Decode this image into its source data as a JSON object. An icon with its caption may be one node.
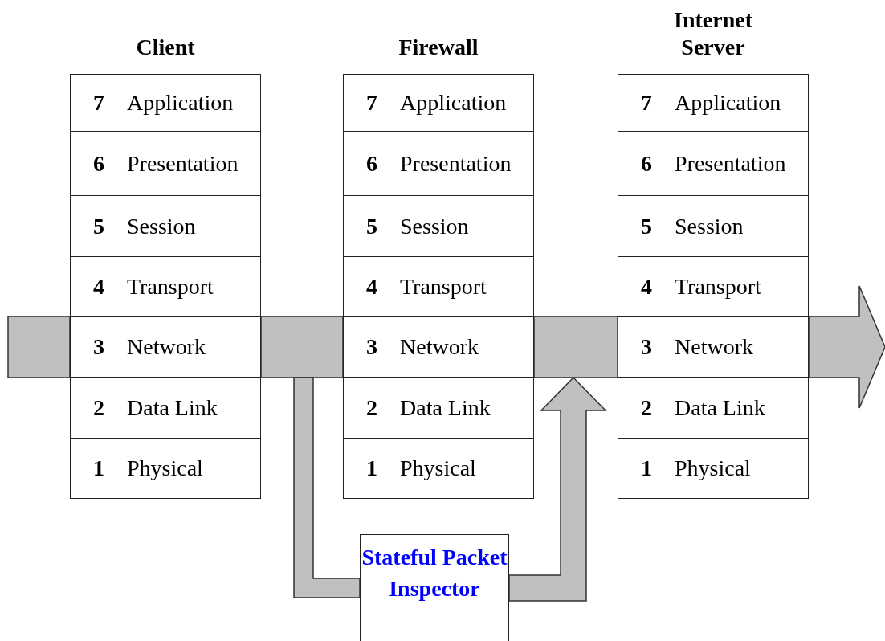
{
  "diagram": {
    "nodes": [
      {
        "text": [
          "Client"
        ]
      },
      {
        "text": [
          "7",
          "Application"
        ],
        "in": 0
      },
      {
        "text": [
          "6",
          "Presentation"
        ],
        "in": 0
      },
      {
        "text": [
          "5",
          "Session"
        ],
        "in": 0
      },
      {
        "text": [
          "4",
          "Transport"
        ],
        "in": 0
      },
      {
        "text": [
          "3",
          "Network"
        ],
        "in": 0
      },
      {
        "text": [
          "2",
          "Data Link"
        ],
        "in": 0
      },
      {
        "text": [
          "1",
          "Physical"
        ],
        "in": 0
      },
      {
        "text": [
          "Firewall"
        ]
      },
      {
        "text": [
          "7",
          "Application"
        ],
        "in": 8
      },
      {
        "text": [
          "6",
          "Presentation"
        ],
        "in": 8
      },
      {
        "text": [
          "5",
          "Session"
        ],
        "in": 8
      },
      {
        "text": [
          "4",
          "Transport"
        ],
        "in": 8
      },
      {
        "text": [
          "3",
          "Network"
        ],
        "in": 8
      },
      {
        "text": [
          "2",
          "Data Link"
        ],
        "in": 8
      },
      {
        "text": [
          "1",
          "Physical"
        ],
        "in": 8
      },
      {
        "text": [
          "Internet Server"
        ]
      },
      {
        "text": [
          "7",
          "Application"
        ],
        "in": 16
      },
      {
        "text": [
          "6",
          "Presentation"
        ],
        "in": 16
      },
      {
        "text": [
          "5",
          "Session"
        ],
        "in": 16
      },
      {
        "text": [
          "4",
          "Transport"
        ],
        "in": 16
      },
      {
        "text": [
          "3",
          "Network"
        ],
        "in": 16
      },
      {
        "text": [
          "2",
          "Data Link"
        ],
        "in": 16
      },
      {
        "text": [
          "1",
          "Physical"
        ],
        "in": 16
      },
      {
        "text": [
          "Stateful Packet Inspector"
        ]
      }
    ],
    "edges": [
      {
        "from": null,
        "to": 5,
        "arrow": "none",
        "style": "thick"
      },
      {
        "from": 5,
        "to": 13,
        "arrow": "none",
        "style": "thick"
      },
      {
        "from": 13,
        "to": 21,
        "arrow": "none",
        "style": "thick"
      },
      {
        "from": 21,
        "to": null,
        "arrow": "to",
        "style": "thick"
      },
      {
        "from": 5,
        "to": 24,
        "arrow": "none",
        "style": "thick"
      },
      {
        "from": 24,
        "to": 21,
        "arrow": "to",
        "style": "thick"
      }
    ]
  }
}
